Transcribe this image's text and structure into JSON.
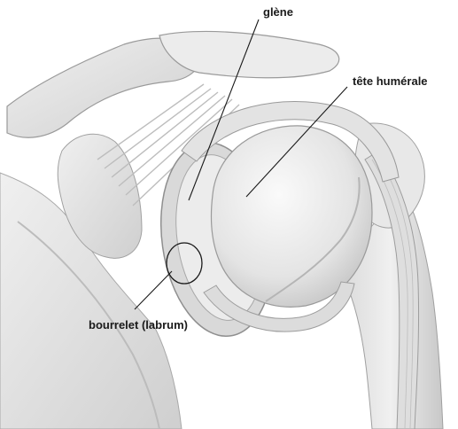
{
  "labels": {
    "glene": "glène",
    "tete_humerale": "tête humérale",
    "bourrelet": "bourrelet (labrum)"
  },
  "colors": {
    "background": "#ffffff",
    "bone": "#e6e6e6",
    "bone_light": "#f2f2f2",
    "bone_shadow": "#bdbdbd",
    "outline": "#9a9a9a",
    "leader_line": "#1a1a1a"
  }
}
